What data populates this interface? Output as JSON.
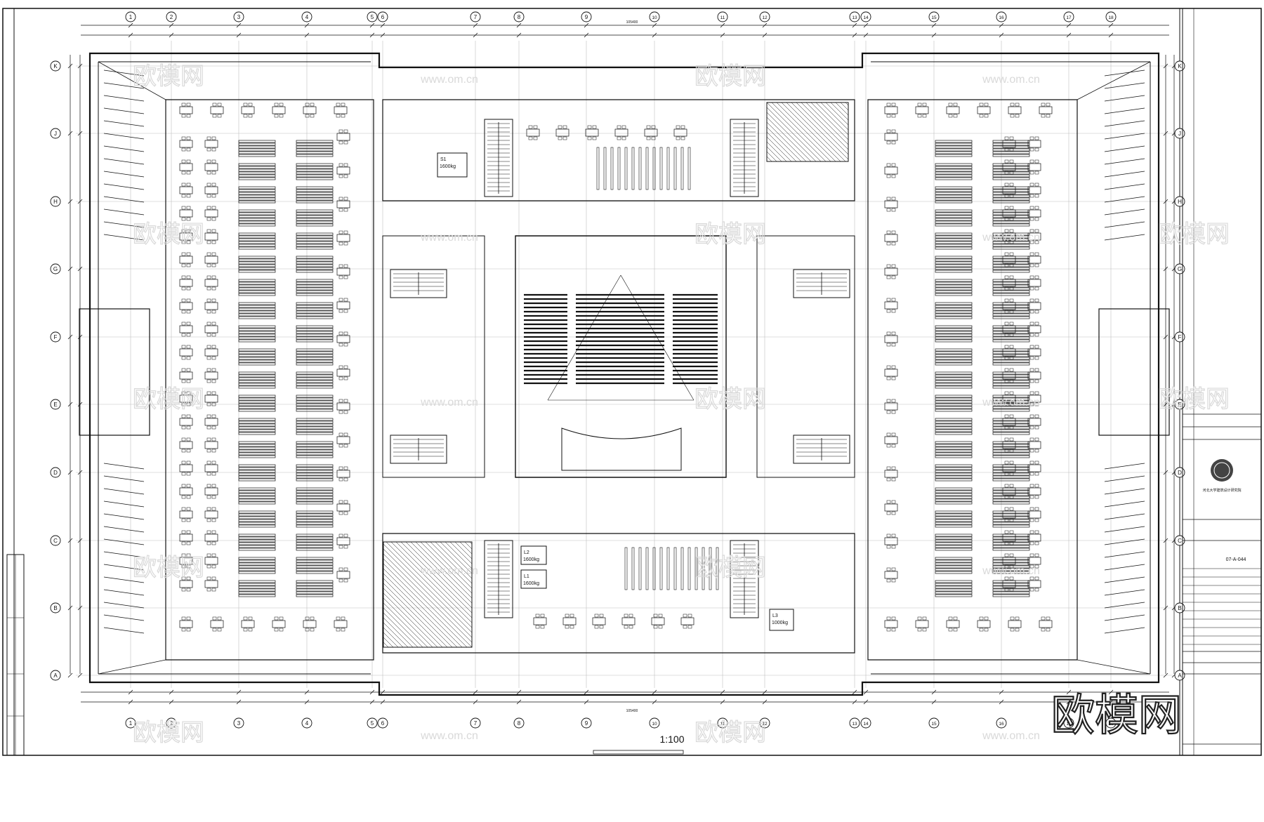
{
  "drawing": {
    "scale_label": "1:100",
    "grid_columns": [
      "1",
      "2",
      "3",
      "4",
      "5",
      "6",
      "7",
      "8",
      "9",
      "10",
      "11",
      "12",
      "13",
      "14",
      "15",
      "16",
      "17",
      "18"
    ],
    "grid_rows": [
      "K",
      "J",
      "H",
      "G",
      "F",
      "E",
      "D",
      "C",
      "B",
      "A"
    ],
    "overall_dimension": "105400",
    "elevator_labels": [
      {
        "tag": "S1",
        "load": "1600kg"
      },
      {
        "tag": "L2",
        "load": "1600kg"
      },
      {
        "tag": "L1",
        "load": "1600kg"
      },
      {
        "tag": "L3",
        "load": "1000kg"
      }
    ],
    "sheet_code": "07-A-044"
  },
  "title_block": {
    "logo_text": "河北大学建筑设计研究院"
  },
  "watermark": {
    "brand": "欧模网",
    "site": "www.om.cn"
  },
  "colors": {
    "line": "#111111",
    "grid_line": "#bfbfbf",
    "watermark": "#d9d9d9"
  }
}
